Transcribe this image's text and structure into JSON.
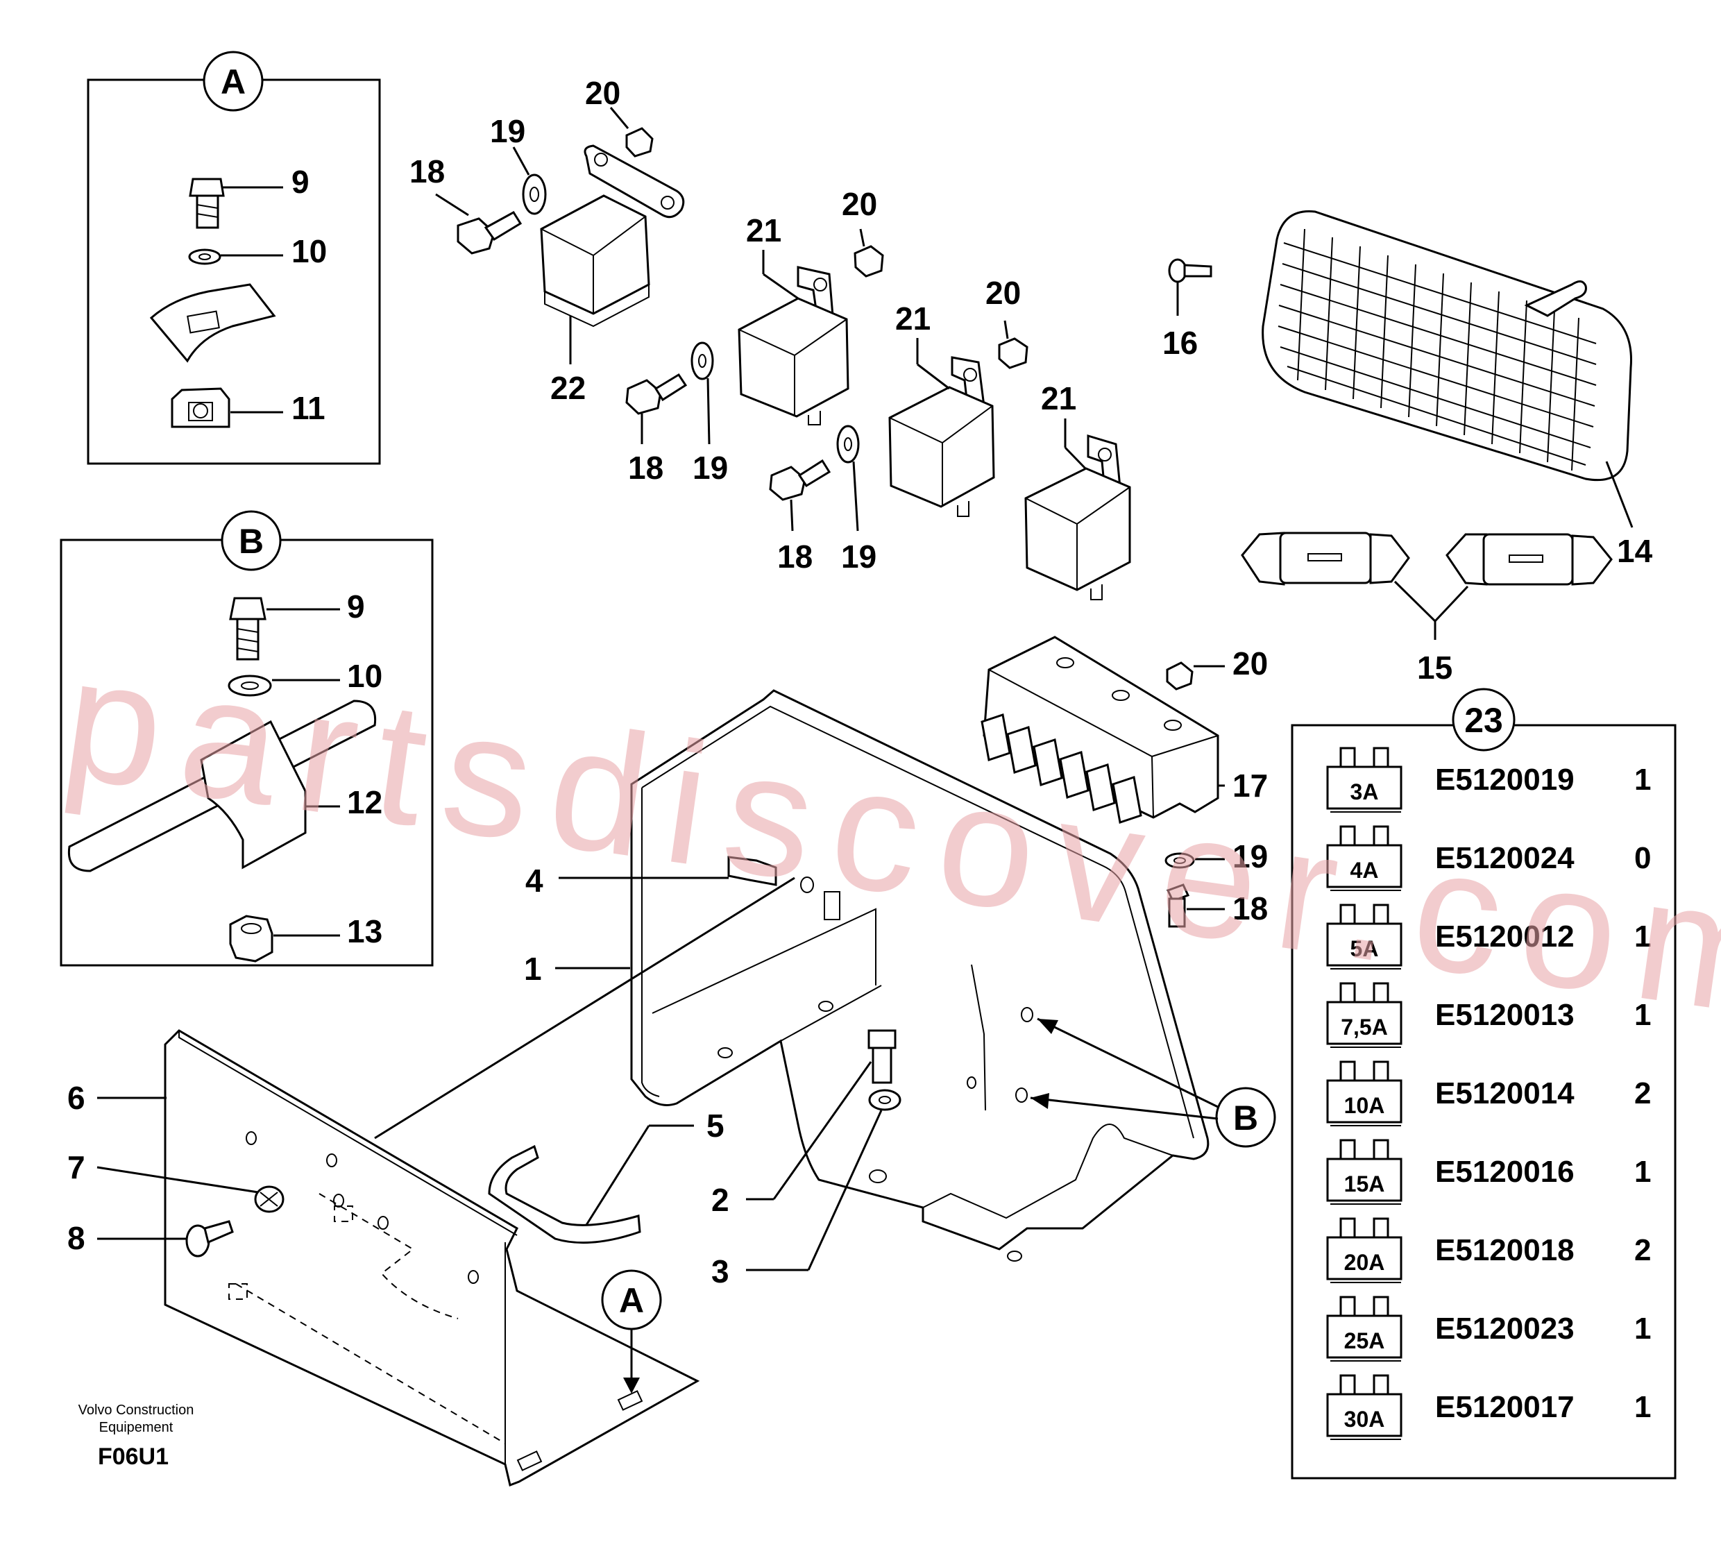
{
  "detail_a": {
    "letter": "A",
    "callouts": [
      "9",
      "10",
      "11"
    ]
  },
  "detail_b": {
    "letter": "B",
    "callouts": [
      "9",
      "10",
      "12",
      "13"
    ]
  },
  "callouts": {
    "n1": "1",
    "n2": "2",
    "n3": "3",
    "n4": "4",
    "n5": "5",
    "n6": "6",
    "n7": "7",
    "n8": "8",
    "n14": "14",
    "n15": "15",
    "n16": "16",
    "n17": "17",
    "n18a": "18",
    "n18b": "18",
    "n18c": "18",
    "n18d": "18",
    "n19a": "19",
    "n19b": "19",
    "n19c": "19",
    "n19d": "19",
    "n20a": "20",
    "n20b": "20",
    "n20c": "20",
    "n20d": "20",
    "n21a": "21",
    "n21b": "21",
    "n21c": "21",
    "n22": "22"
  },
  "refs": {
    "a_bottom": "A",
    "b_right": "B"
  },
  "fuse_table": {
    "number": "23",
    "rows": [
      {
        "rating": "3A",
        "code": "E5120019",
        "qty": "1"
      },
      {
        "rating": "4A",
        "code": "E5120024",
        "qty": "0"
      },
      {
        "rating": "5A",
        "code": "E5120012",
        "qty": "1"
      },
      {
        "rating": "7,5A",
        "code": "E5120013",
        "qty": "1"
      },
      {
        "rating": "10A",
        "code": "E5120014",
        "qty": "2"
      },
      {
        "rating": "15A",
        "code": "E5120016",
        "qty": "1"
      },
      {
        "rating": "20A",
        "code": "E5120018",
        "qty": "2"
      },
      {
        "rating": "25A",
        "code": "E5120023",
        "qty": "1"
      },
      {
        "rating": "30A",
        "code": "E5120017",
        "qty": "1"
      }
    ]
  },
  "footer": {
    "company_line1": "Volvo Construction",
    "company_line2": "Equipement",
    "drawing_code": "F06U1"
  },
  "watermark": "partsdiscover.com"
}
